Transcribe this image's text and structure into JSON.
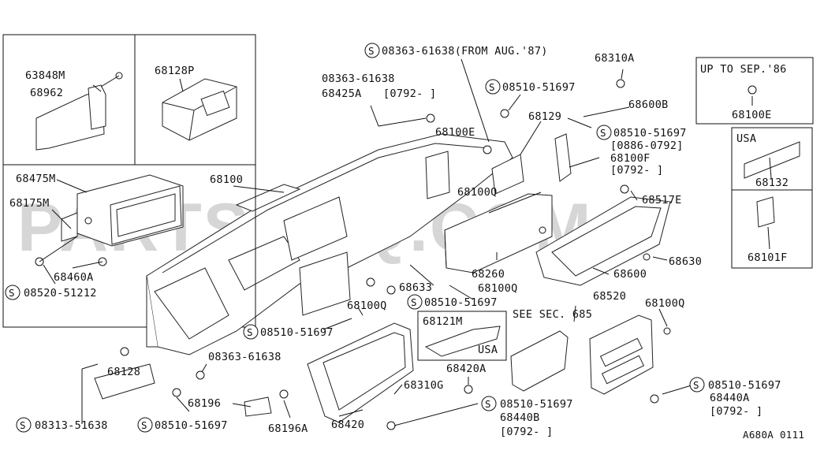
{
  "diagram": {
    "figure_code": "A680A 0111",
    "watermark": "PARTSOUQ.COM",
    "parts": {
      "p63848M": "63848M",
      "p68962": "68962",
      "p68128P": "68128P",
      "p68475M": "68475M",
      "p68175M": "68175M",
      "p68460A": "68460A",
      "p08520_51212": "08520-51212",
      "p68100": "68100",
      "p08363_61638_from": "08363-61638(FROM AUG.'87)",
      "p08363_61638_a": "08363-61638",
      "p68425A": "68425A",
      "p0792_a": "[0792-  ]",
      "p08510_51697_a": "08510-51697",
      "p68310A": "68310A",
      "p68100E_a": "68100E",
      "p68129": "68129",
      "p68600B": "68600B",
      "p08510_51697_b": "08510-51697",
      "p0886_0792": "[0886-0792]",
      "p68100F": "68100F",
      "p0792_b": "[0792-  ]",
      "p68100Q_a": "68100Q",
      "p68517E": "68517E",
      "p68260": "68260",
      "p68630": "68630",
      "p68600": "68600",
      "p68633": "68633",
      "p68100Q_b": "68100Q",
      "p08510_51697_c": "08510-51697",
      "p68100Q_c": "68100Q",
      "p08510_51697_d": "08510-51697",
      "p68121M": "68121M",
      "usa_c": "USA",
      "see_sec": "SEE SEC. 685",
      "p68520": "68520",
      "p68100Q_d": "68100Q",
      "p08363_61638_b": "08363-61638",
      "p68128": "68128",
      "p68196": "68196",
      "p68196A": "68196A",
      "p08313_51638": "08313-51638",
      "p08510_51697_e": "08510-51697",
      "p68420": "68420",
      "p68310G": "68310G",
      "p68420A": "68420A",
      "p08510_51697_f": "08510-51697",
      "p68440B": "68440B",
      "p0792_c": "[0792-  ]",
      "p08510_51697_g": "08510-51697",
      "p68440A": "68440A",
      "p0792_d": "[0792-  ]",
      "up_to": "UP TO SEP.'86",
      "p68100E_b": "68100E",
      "usa_a": "USA",
      "p68132": "68132",
      "p68101F": "68101F",
      "s_symbol": "S"
    }
  }
}
